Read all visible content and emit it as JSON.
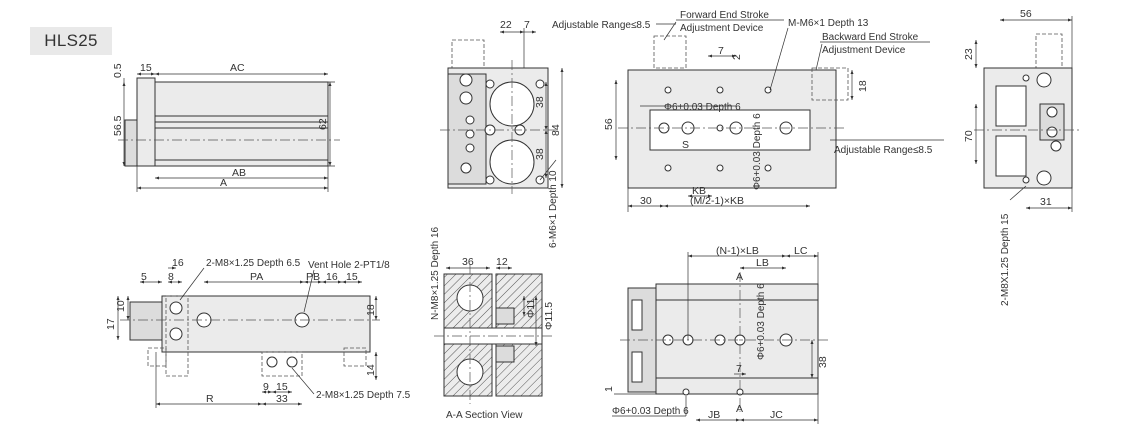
{
  "model": "HLS25",
  "labels": {
    "adjustable_range_top": "Adjustable Range≤8.5",
    "forward_stroke": "Forward End Stroke",
    "forward_device": "Adjustment Device",
    "backward_stroke": "Backward End Stroke",
    "backward_device": "Adjustment Device",
    "m_thread": "M-M6×1 Depth 13",
    "adjustable_range_right": "Adjustable Range≤8.5",
    "phi6_depth6_top": "Φ6+0.03 Depth 6",
    "phi6_depth6_vertical": "Φ6+0.03 Depth 6",
    "m6_depth10": "6-M6×1 Depth 10",
    "m8_depth15": "2-M8X1.25 Depth 15",
    "m8_depth65": "2-M8×1.25 Depth 6.5",
    "vent_hole": "Vent Hole 2-PT1/8",
    "m8_depth75": "2-M8×1.25 Depth 7.5",
    "n_m8_depth16": "N-M8×1.25 Depth 16",
    "section_view": "A-A Section View",
    "phi6_depth6_bottom": "Φ6+0.03 Depth 6",
    "phi6_depth6_bottom_vertical": "Φ6+0.03 Depth 6",
    "s_label": "S",
    "a_top": "A",
    "a_bottom": "A"
  },
  "dims": {
    "side": {
      "d05": "0.5",
      "d15": "15",
      "ac": "AC",
      "d565": "56.5",
      "d62": "62",
      "ab": "AB",
      "a": "A"
    },
    "front": {
      "d22": "22",
      "d7": "7",
      "d38a": "38",
      "d84": "84",
      "d38b": "38"
    },
    "top": {
      "d7": "7",
      "d2": "2",
      "d18": "18",
      "d56": "56",
      "kb": "KB",
      "m2kb": "(M/2-1)×KB",
      "d30": "30"
    },
    "end": {
      "d56": "56",
      "d23": "23",
      "d70": "70",
      "d31": "31"
    },
    "bottom": {
      "d16": "16",
      "d8": "8",
      "d5": "5",
      "pa": "PA",
      "pb": "PB",
      "d16b": "16",
      "d15": "15",
      "d17": "17",
      "d10": "10",
      "d18": "18",
      "d14": "14",
      "d9": "9",
      "d15b": "15",
      "r": "R",
      "d33": "33"
    },
    "section": {
      "d36": "36",
      "d12": "12",
      "phi11": "Φ11",
      "phi115": "Φ11.5"
    },
    "under": {
      "n1lb": "(N-1)×LB",
      "lb": "LB",
      "lc": "LC",
      "d38": "38",
      "d7": "7",
      "d1": "1",
      "jb": "JB",
      "jc": "JC"
    }
  }
}
